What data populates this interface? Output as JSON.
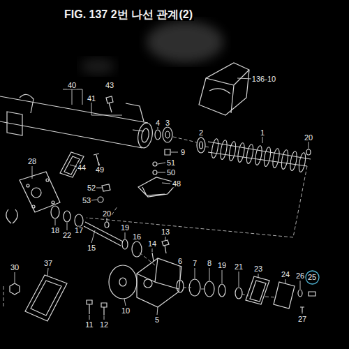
{
  "diagram": {
    "title": "FIG. 137 2번 나선 관계(2)",
    "nodes": [
      {
        "text": [
          "25"
        ]
      }
    ],
    "labels": [
      "136-10",
      "40",
      "43",
      "41",
      "4",
      "3",
      "2",
      "1",
      "20",
      "9",
      "44",
      "49",
      "51",
      "50",
      "28",
      "52",
      "48",
      "53",
      "20",
      "18",
      "22",
      "17",
      "15",
      "19",
      "16",
      "13",
      "14",
      "30",
      "37",
      "6",
      "7",
      "8",
      "19",
      "21",
      "23",
      "24",
      "26",
      "27",
      "10",
      "11",
      "12",
      "5"
    ]
  }
}
